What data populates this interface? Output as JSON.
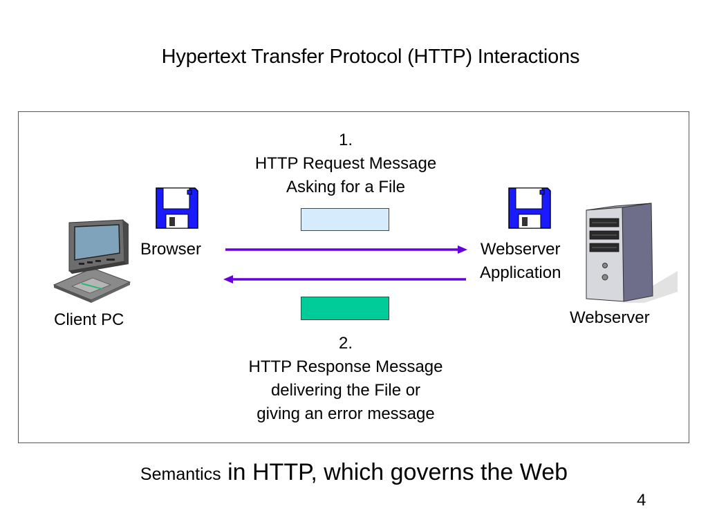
{
  "slide": {
    "title": "Hypertext Transfer Protocol (HTTP) Interactions",
    "page_number": "4"
  },
  "client": {
    "pc_label": "Client PC",
    "app_label": "Browser"
  },
  "server": {
    "app_label_line1": "Webserver",
    "app_label_line2": "Application",
    "machine_label": "Webserver"
  },
  "request": {
    "number": "1.",
    "line1": "HTTP Request Message",
    "line2": "Asking for a File",
    "box_color": "#d6ecfd"
  },
  "response": {
    "number": "2.",
    "line1": "HTTP Response Message",
    "line2": "delivering the File or",
    "line3": "giving an error message",
    "box_color": "#00cc99"
  },
  "arrow_color": "#6600dd",
  "footer": {
    "small_text": "Semantics",
    "big_text": " in HTTP, which governs the Web"
  }
}
